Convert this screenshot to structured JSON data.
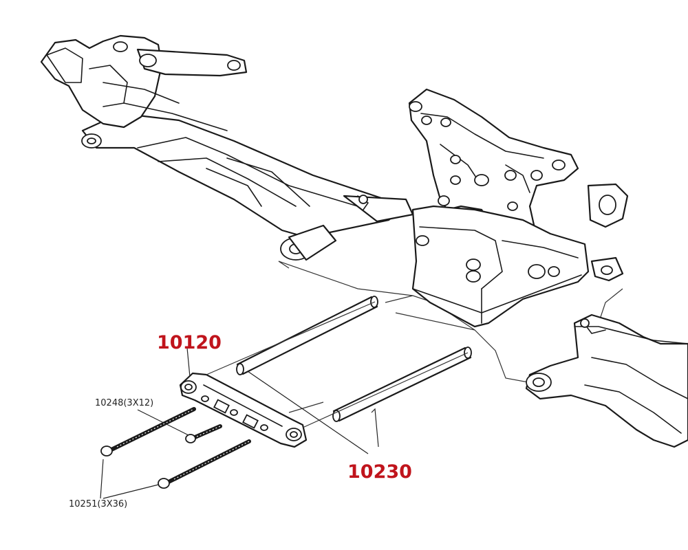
{
  "diagram": {
    "part_labels": {
      "hinge_pin_brace": "10120",
      "hinge_pins": "10230",
      "short_screw": "10248(3X12)",
      "long_screws": "10251(3X36)"
    },
    "colors": {
      "part_number_red": "#c0141c",
      "line_art": "#1a1a1a",
      "background": "#ffffff"
    }
  }
}
